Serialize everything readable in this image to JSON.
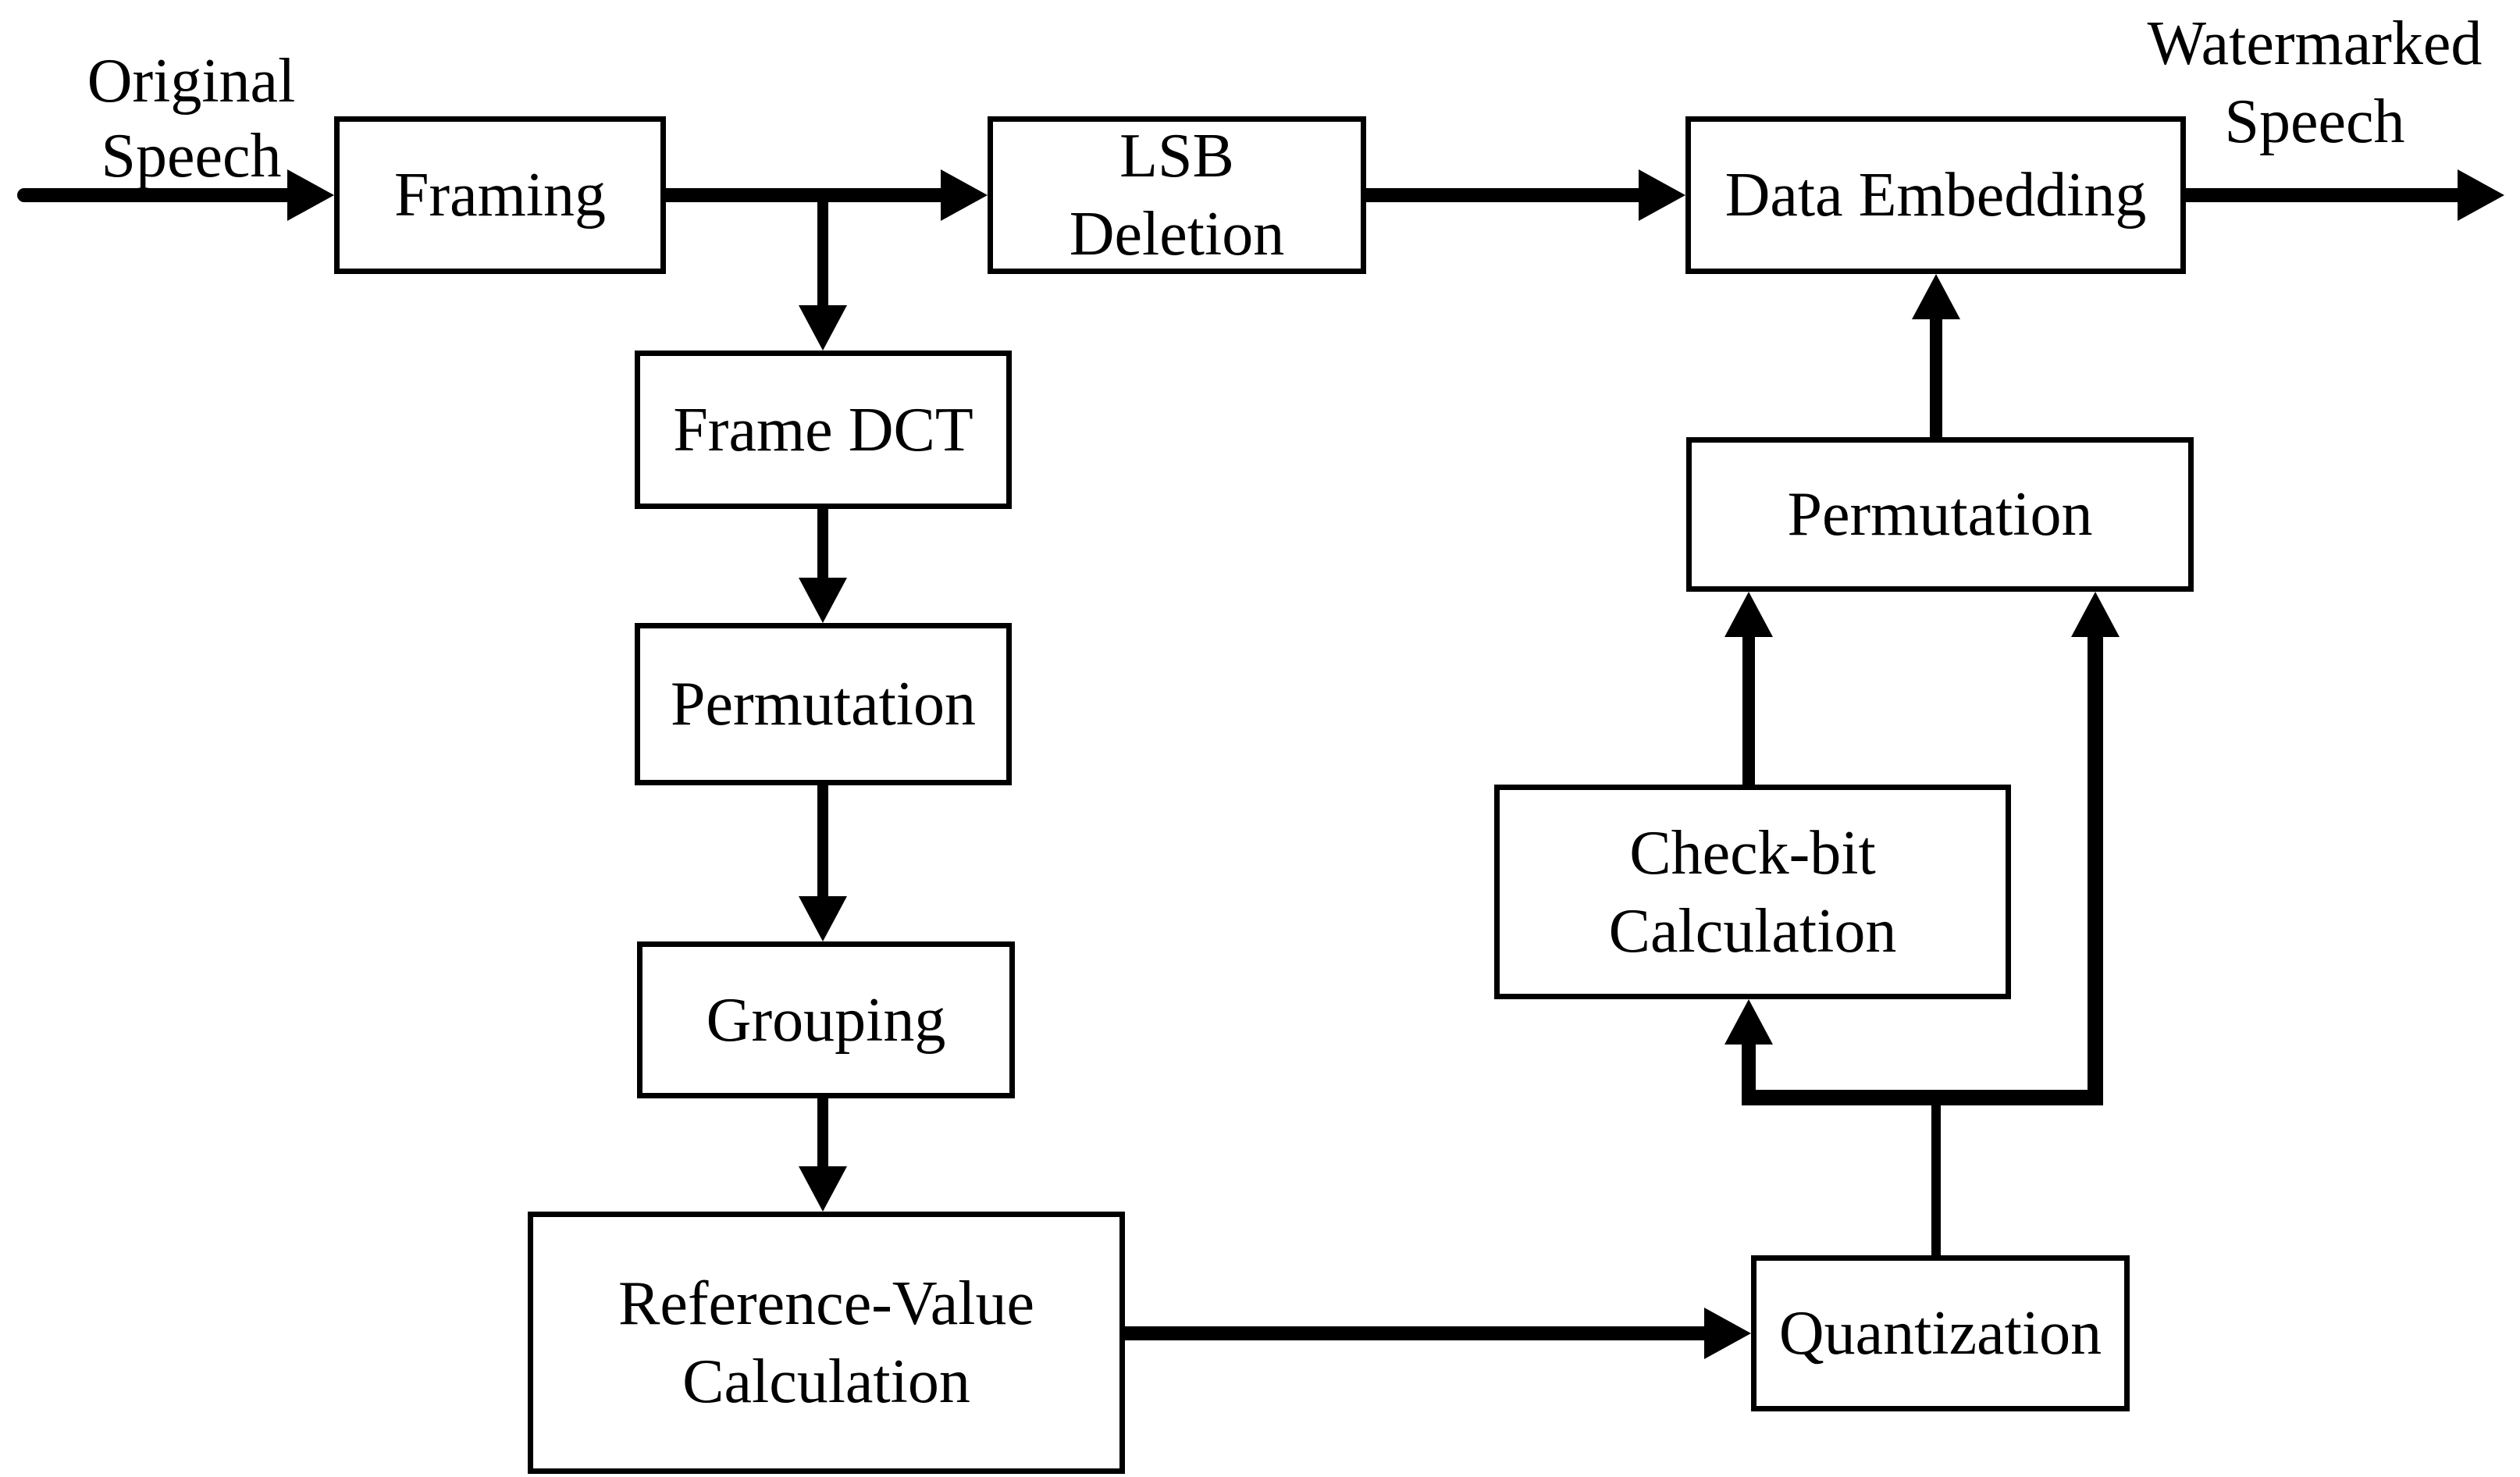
{
  "diagram": {
    "background_color": "#ffffff",
    "stroke_color": "#000000",
    "labels": {
      "input": "Original\nSpeech",
      "output": "Watermarked\nSpeech"
    },
    "nodes": {
      "framing": {
        "label": "Framing"
      },
      "lsb_deletion": {
        "label": "LSB\nDeletion"
      },
      "data_embedding": {
        "label": "Data Embedding"
      },
      "frame_dct": {
        "label": "Frame DCT"
      },
      "permutation_left": {
        "label": "Permutation"
      },
      "grouping": {
        "label": "Grouping"
      },
      "reference_value_calculation": {
        "label": "Reference-Value\nCalculation"
      },
      "permutation_right": {
        "label": "Permutation"
      },
      "check_bit_calculation": {
        "label": "Check-bit\nCalculation"
      },
      "quantization": {
        "label": "Quantization"
      }
    },
    "edges": [
      {
        "from": "original_speech",
        "to": "framing"
      },
      {
        "from": "framing",
        "to": "lsb_deletion"
      },
      {
        "from": "framing",
        "to": "frame_dct"
      },
      {
        "from": "lsb_deletion",
        "to": "data_embedding"
      },
      {
        "from": "data_embedding",
        "to": "watermarked_speech"
      },
      {
        "from": "frame_dct",
        "to": "permutation_left"
      },
      {
        "from": "permutation_left",
        "to": "grouping"
      },
      {
        "from": "grouping",
        "to": "reference_value_calculation"
      },
      {
        "from": "reference_value_calculation",
        "to": "quantization"
      },
      {
        "from": "quantization",
        "to": "check_bit_calculation"
      },
      {
        "from": "quantization",
        "to": "permutation_right"
      },
      {
        "from": "check_bit_calculation",
        "to": "permutation_right"
      },
      {
        "from": "permutation_right",
        "to": "data_embedding"
      }
    ]
  }
}
